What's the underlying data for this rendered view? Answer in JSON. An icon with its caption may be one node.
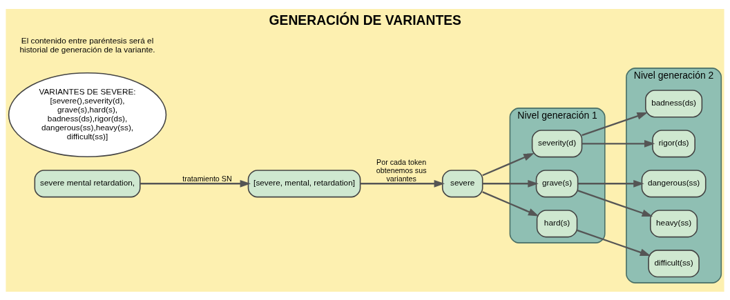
{
  "diagram": {
    "title": "GENERACIÓN DE VARIANTES",
    "nodes": [
      {
        "text": [
          "severe mental retardation,"
        ]
      },
      {
        "text": [
          "[severe, mental, retardation]"
        ]
      },
      {
        "text": [
          "severe"
        ]
      },
      {
        "text": [
          "Nivel generación 1"
        ]
      },
      {
        "text": [
          "severity(d)"
        ],
        "in": 3
      },
      {
        "text": [
          "grave(s)"
        ],
        "in": 3
      },
      {
        "text": [
          "hard(s)"
        ],
        "in": 3
      },
      {
        "text": [
          "Nivel generación 2"
        ]
      },
      {
        "text": [
          "badness(ds)"
        ],
        "in": 7
      },
      {
        "text": [
          "rigor(ds)"
        ],
        "in": 7
      },
      {
        "text": [
          "dangerous(ss)"
        ],
        "in": 7
      },
      {
        "text": [
          "heavy(ss)"
        ],
        "in": 7
      },
      {
        "text": [
          "difficult(ss)"
        ],
        "in": 7
      },
      {
        "text": [
          "VARIANTES DE SEVERE:",
          "[severe(),severity(d),grave(s),hard(s),badness(ds),rigor(ds),dangerous(ss),heavy(ss),difficult(ss)]"
        ]
      }
    ],
    "edges": [
      {
        "from": 0,
        "to": 1,
        "arrow": "to",
        "label": "tratamiento SN"
      },
      {
        "from": 1,
        "to": 2,
        "arrow": "to",
        "label": "Por cada token obtenemos sus variantes"
      },
      {
        "from": 2,
        "to": 4,
        "arrow": "to"
      },
      {
        "from": 2,
        "to": 5,
        "arrow": "to"
      },
      {
        "from": 2,
        "to": 6,
        "arrow": "to"
      },
      {
        "from": 4,
        "to": 8,
        "arrow": "to"
      },
      {
        "from": 4,
        "to": 9,
        "arrow": "to"
      },
      {
        "from": 5,
        "to": 10,
        "arrow": "to"
      },
      {
        "from": 5,
        "to": 11,
        "arrow": "to"
      },
      {
        "from": 6,
        "to": 12,
        "arrow": "to"
      }
    ],
    "labels": [
      "El contenido entre paréntesis será el historial de generación de la variante."
    ]
  }
}
